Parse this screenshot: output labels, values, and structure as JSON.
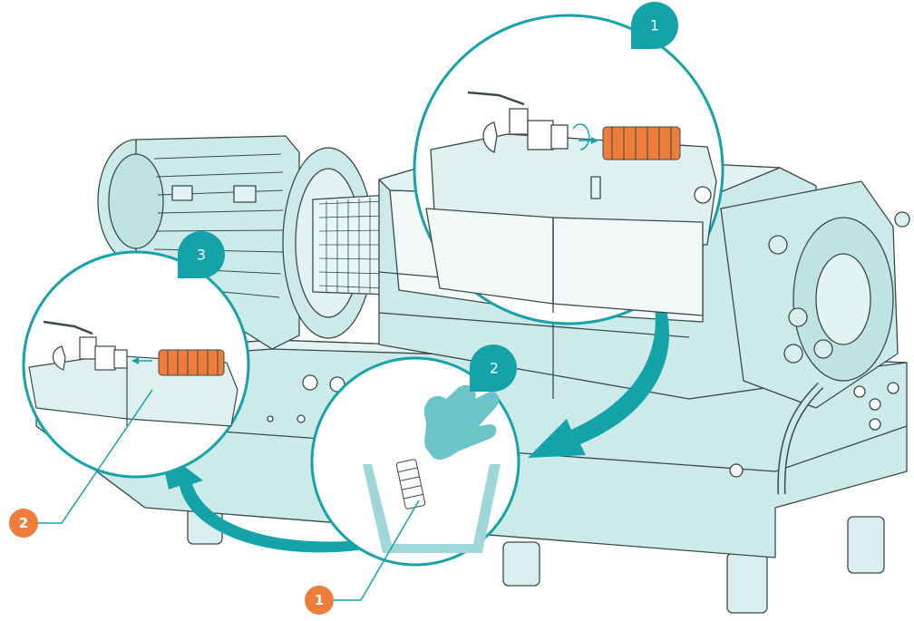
{
  "steps": [
    {
      "number": "1"
    },
    {
      "number": "2"
    },
    {
      "number": "3"
    }
  ],
  "callouts": [
    {
      "number": "1"
    },
    {
      "number": "2"
    }
  ],
  "colors": {
    "teal": "#14a3a8",
    "machine_fill": "#cdeaea",
    "machine_stroke": "#3a4a4a",
    "orange": "#ee7d3b",
    "hand": "#6cc4c8",
    "bin": "#9fd7d8"
  }
}
